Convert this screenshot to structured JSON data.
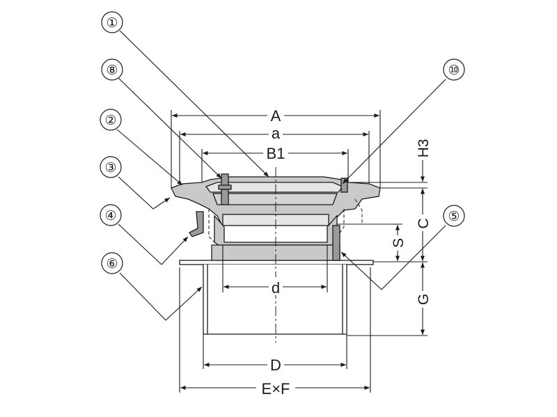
{
  "callouts": [
    "①",
    "⑧",
    "②",
    "③",
    "④",
    "⑥",
    "⑩",
    "⑤"
  ],
  "dimensions": {
    "A": "A",
    "a": "a",
    "B1": "B1",
    "H3": "H3",
    "C": "C",
    "S": "S",
    "G": "G",
    "d": "d",
    "D": "D",
    "ExF": "E×F"
  },
  "colors": {
    "line": "#1a1a1a",
    "fill": "#c9c9c9",
    "fill_dark": "#9a9a9a"
  }
}
